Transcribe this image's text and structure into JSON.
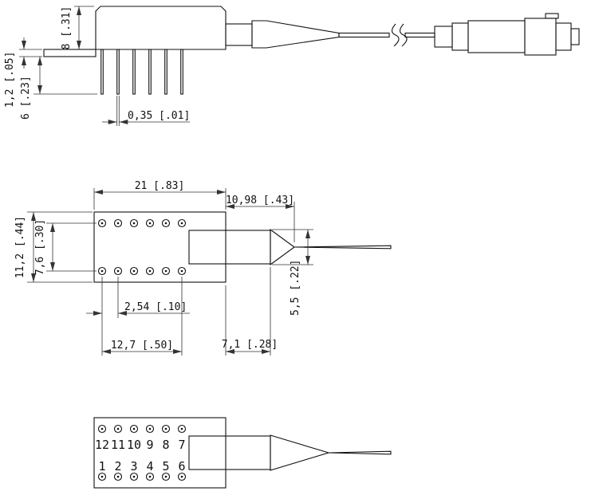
{
  "views": {
    "side": {
      "dim_body_height": "8 [.31]",
      "dim_flange_thickness": "1,2 [.05]",
      "dim_pin_length": "6 [.23]",
      "dim_pin_width": "0,35 [.01]"
    },
    "top": {
      "dim_body_length": "21 [.83]",
      "dim_snout_to_fiber": "10,98 [.43]",
      "dim_body_width": "11,2 [.44]",
      "dim_pin_row_span": "7,6 [.30]",
      "dim_pin_pitch": "2,54 [.10]",
      "dim_pin_span": "12,7 [.50]",
      "dim_snout_length": "7,1 [.28]",
      "dim_boot_height": "5,5 [.22]"
    },
    "bottom": {
      "pins_top": [
        "12",
        "11",
        "10",
        "9",
        "8",
        "7"
      ],
      "pins_bottom": [
        "1",
        "2",
        "3",
        "4",
        "5",
        "6"
      ]
    }
  }
}
